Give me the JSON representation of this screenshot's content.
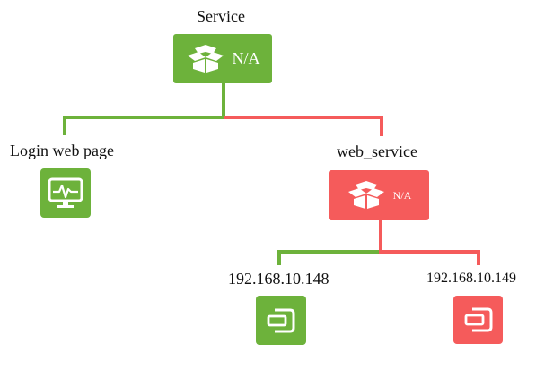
{
  "colors": {
    "ok": "#6db23b",
    "error": "#f55b5b",
    "background": "#ffffff",
    "text": "#111111"
  },
  "tree": {
    "root": {
      "label": "Service",
      "status_text": "N/A",
      "status": "ok",
      "icon": "package-icon"
    },
    "children": [
      {
        "label": "Login web page",
        "status": "ok",
        "icon": "monitor-icon"
      },
      {
        "label": "web_service",
        "status_text": "N/A",
        "status": "error",
        "icon": "package-icon",
        "children": [
          {
            "label": "192.168.10.148",
            "status": "ok",
            "icon": "host-icon"
          },
          {
            "label": "192.168.10.149",
            "status": "error",
            "icon": "host-icon"
          }
        ]
      }
    ]
  }
}
